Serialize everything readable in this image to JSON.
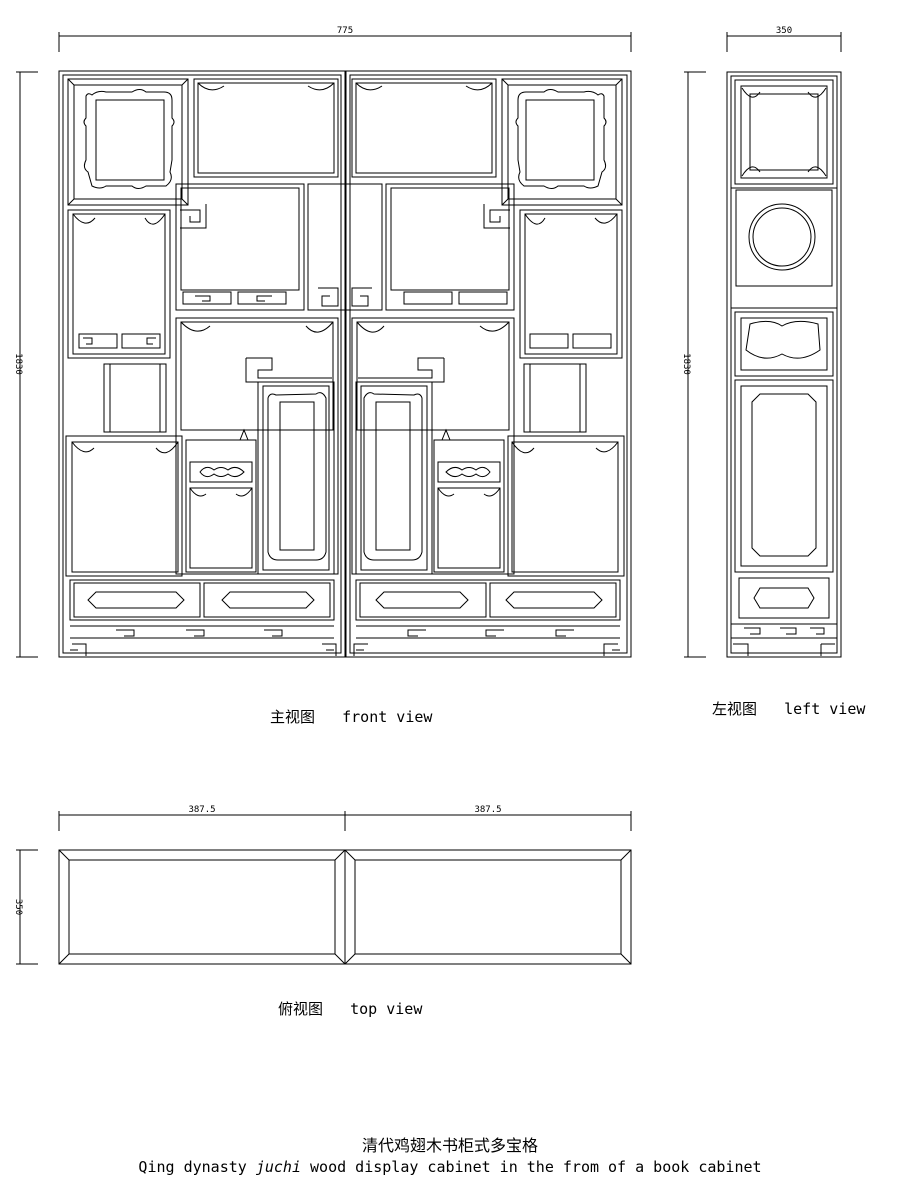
{
  "views": {
    "front": {
      "label_cn": "主视图",
      "label_en": "front view",
      "dim_width": "775",
      "dim_height": "1830"
    },
    "left": {
      "label_cn": "左视图",
      "label_en": "left view",
      "dim_width": "350",
      "dim_height": "1830"
    },
    "top": {
      "label_cn": "俯视图",
      "label_en": "top view",
      "dim_width_left": "387.5",
      "dim_width_right": "387.5",
      "dim_depth": "350"
    }
  },
  "caption": {
    "title_cn": "清代鸡翅木书柜式多宝格",
    "title_en_pre": "Qing dynasty ",
    "title_en_italic": "juchi",
    "title_en_post": " wood display cabinet in the from of a book cabinet"
  }
}
